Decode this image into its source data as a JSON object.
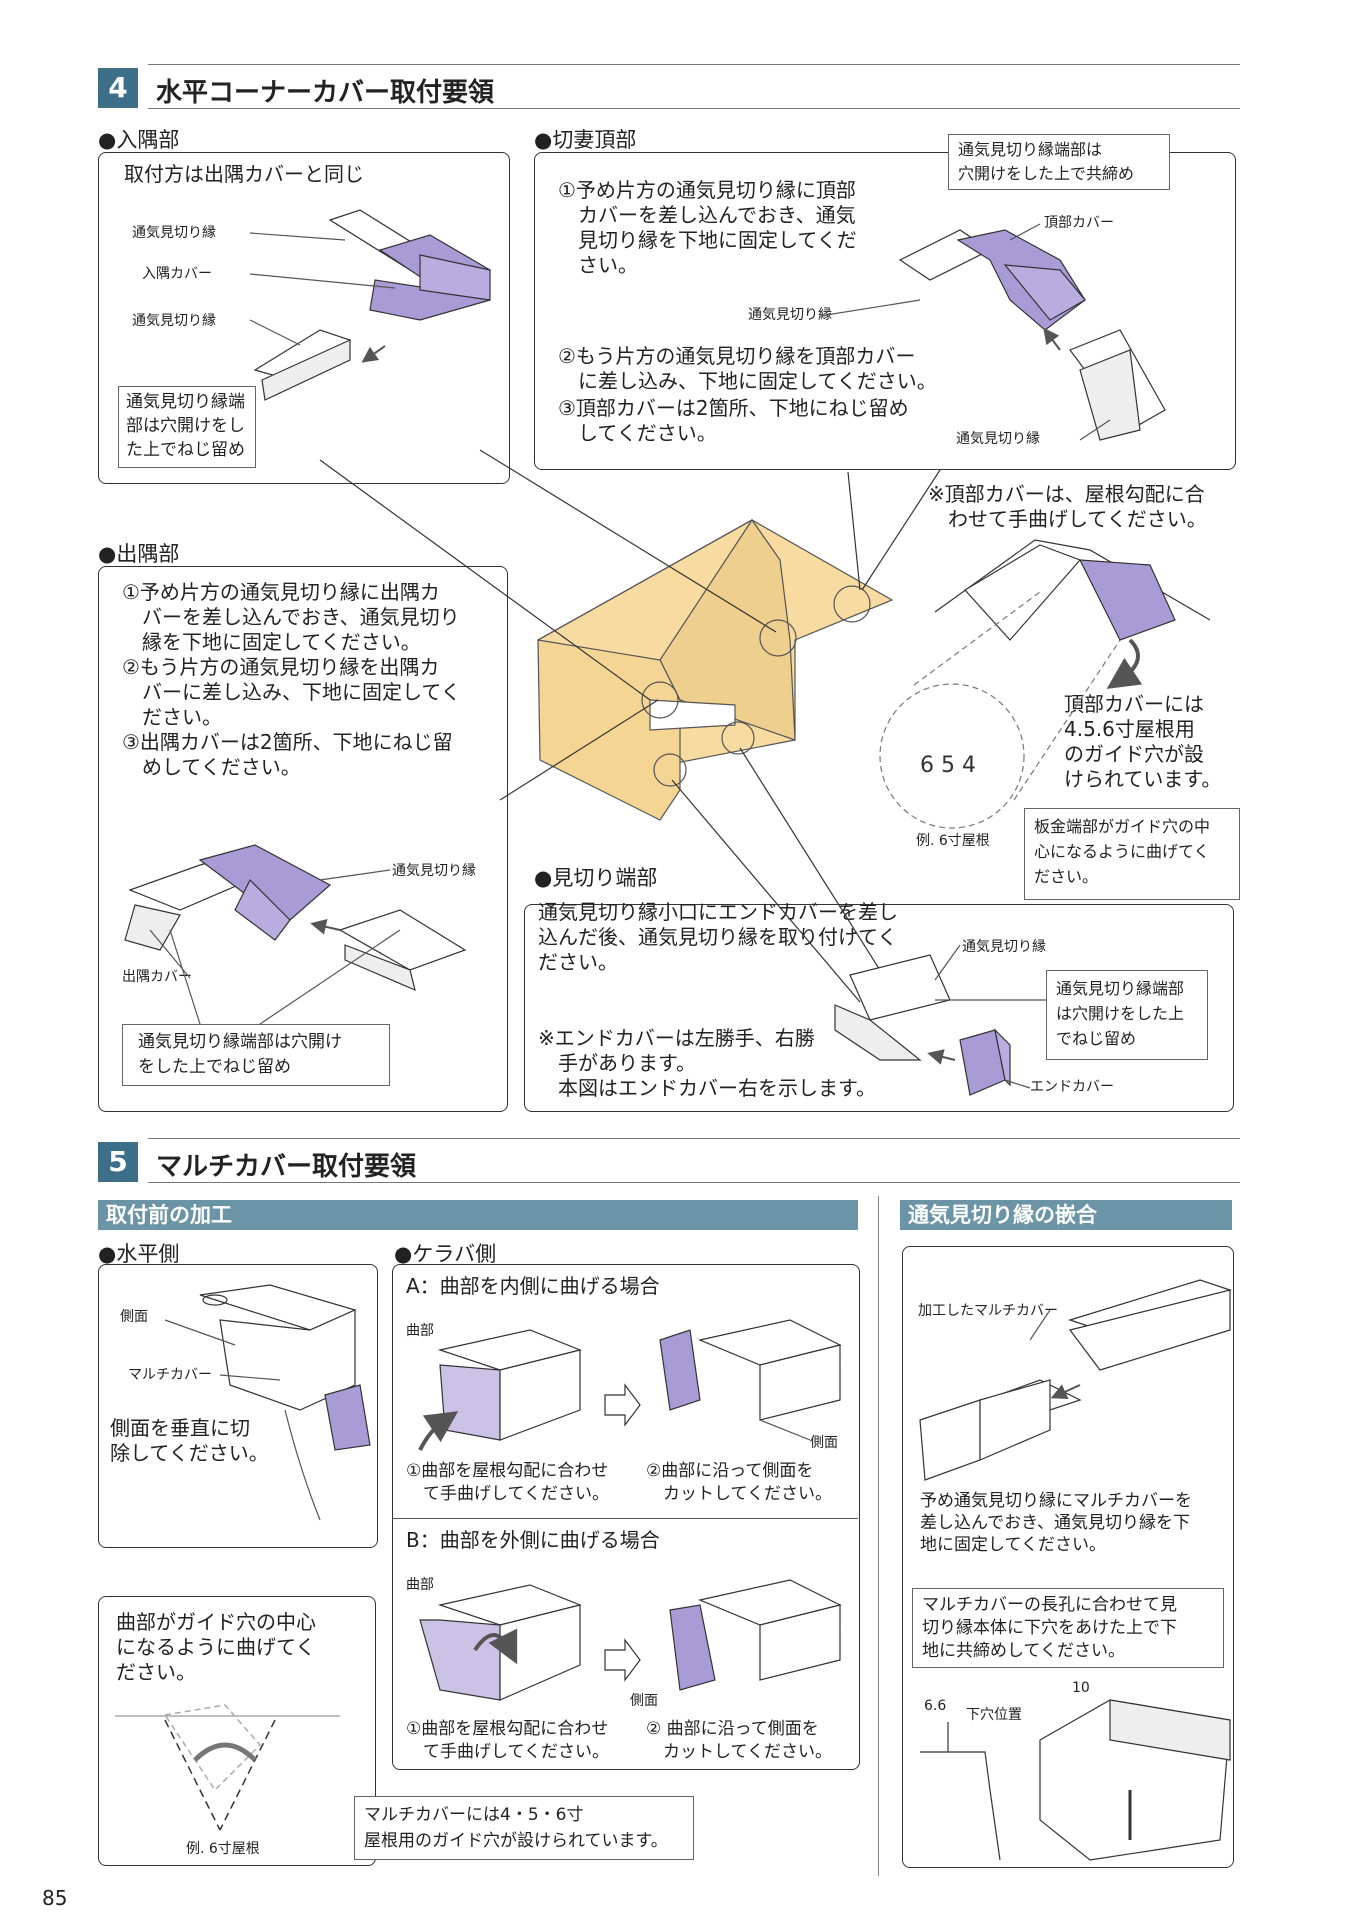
{
  "section4": {
    "number": "4",
    "title": "水平コーナーカバー取付要領",
    "irisumi": {
      "heading": "●入隅部",
      "intro": "取付方は出隅カバーと同じ",
      "label_vent1": "通気見切り縁",
      "label_cover": "入隅カバー",
      "label_vent2": "通気見切り縁",
      "note": "通気見切り縁端\n部は穴開けをし\nた上でねじ留め"
    },
    "kiritsuma": {
      "heading": "●切妻頂部",
      "callout": "通気見切り縁端部は\n穴開けをした上で共締め",
      "step1": "①予め片方の通気見切り縁に頂部\n　カバーを差し込んでおき、通気\n　見切り縁を下地に固定してくだ\n　さい。",
      "label_top": "頂部カバー",
      "label_vent1": "通気見切り縁",
      "label_vent2": "通気見切り縁",
      "step2": "②もう片方の通気見切り縁を頂部カバー\n　に差し込み、下地に固定してください。",
      "step3": "③頂部カバーは2箇所、下地にねじ留め\n　してください。"
    },
    "bend_note": "※頂部カバーは、屋根勾配に合\n　わせて手曲げしてください。",
    "guide_note": "頂部カバーには\n4.5.6寸屋根用\nのガイド穴が設\nけられています。",
    "example_label": "例. 6寸屋根",
    "sheet_note": "板金端部がガイド穴の中\n心になるように曲げてく\nださい。",
    "desumi": {
      "heading": "●出隅部",
      "steps": "①予め片方の通気見切り縁に出隅カ\n　バーを差し込んでおき、通気見切り\n　縁を下地に固定してください。\n②もう片方の通気見切り縁を出隅カ\n　バーに差し込み、下地に固定してく\n　ださい。\n③出隅カバーは2箇所、下地にねじ留\n　めしてください。",
      "label_vent": "通気見切り縁",
      "label_cover": "出隅カバー",
      "note": "通気見切り縁端部は穴開け\nをした上でねじ留め"
    },
    "mikiri": {
      "heading": "●見切り端部",
      "text": "通気見切り縁小口にエンドカバーを差し\n込んだ後、通気見切り縁を取り付けてく\nださい。",
      "note": "※エンドカバーは左勝手、右勝\n　手があります。\n　本図はエンドカバー右を示します。",
      "label_vent": "通気見切り縁",
      "label_end": "エンドカバー",
      "callout": "通気見切り縁端部\nは穴開けをした上\nでねじ留め"
    }
  },
  "section5": {
    "number": "5",
    "title": "マルチカバー取付要領",
    "band_left": "取付前の加工",
    "band_right": "通気見切り縁の嵌合",
    "suihei": {
      "heading": "●水平側",
      "label_side": "側面",
      "label_multi": "マルチカバー",
      "text": "側面を垂直に切\n除してください。"
    },
    "keraba": {
      "heading": "●ケラバ側",
      "a_title": "A：曲部を内側に曲げる場合",
      "a_label_bend": "曲部",
      "a_label_side": "側面",
      "a_step1": "①曲部を屋根勾配に合わせ\n　て手曲げしてください。",
      "a_step2": "②曲部に沿って側面を\n　カットしてください。",
      "b_title": "B：曲部を外側に曲げる場合",
      "b_label_bend": "曲部",
      "b_label_side": "側面",
      "b_step1": "①曲部を屋根勾配に合わせ\n　て手曲げしてください。",
      "b_step2": "② 曲部に沿って側面を\n　カットしてください。"
    },
    "guide_box": "曲部がガイド穴の中心\nになるように曲げてく\nださい。",
    "example_label": "例. 6寸屋根",
    "multi_guide_note": "マルチカバーには4・5・6寸\n屋根用のガイド穴が設けられています。",
    "fit": {
      "label_multi": "加工したマルチカバー",
      "text": "予め通気見切り縁にマルチカバーを\n差し込んでおき、通気見切り縁を下\n地に固定してください。",
      "box": "マルチカバーの長孔に合わせて見\n切り縁本体に下穴をあけた上で下\n地に共締めしてください。",
      "dim1": "6.6",
      "dim2": "10",
      "label_hole": "下穴位置"
    }
  },
  "page_number": "85",
  "colors": {
    "accent": "#3d6f88",
    "band": "#6b94a6",
    "cover_purple": "#a99bd6",
    "house_fill": "#f7dba0"
  }
}
